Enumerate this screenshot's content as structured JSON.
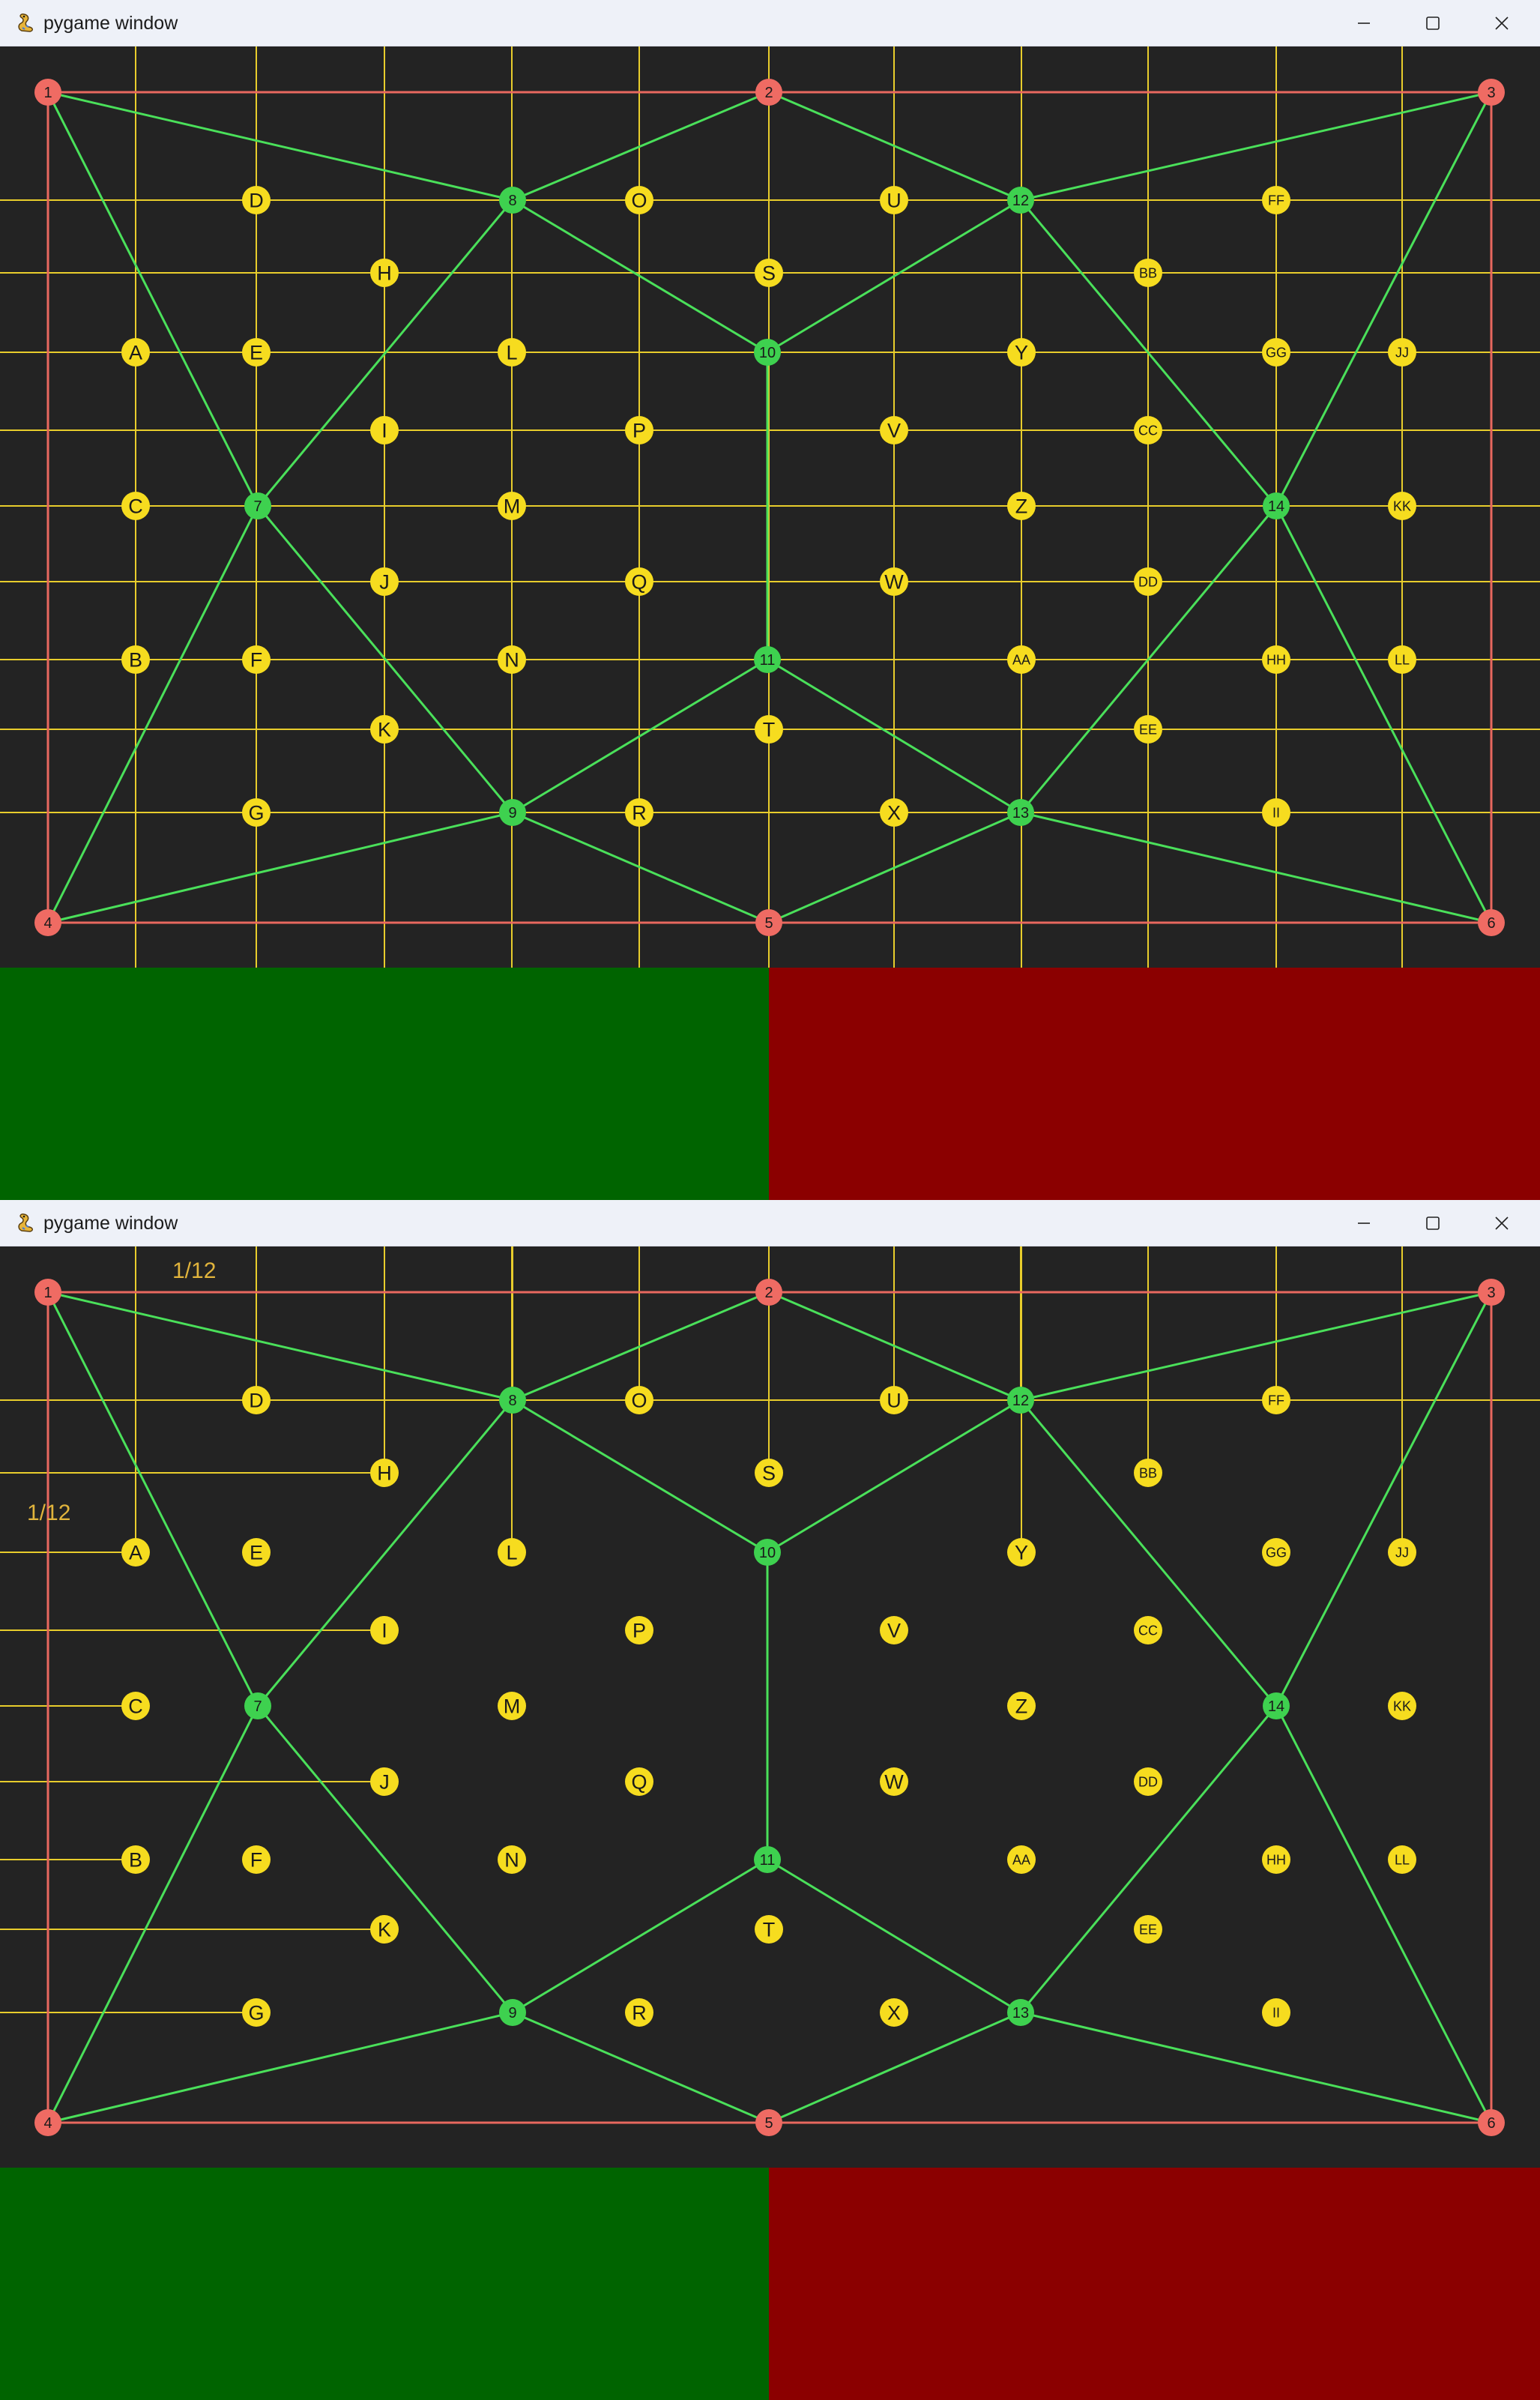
{
  "colors": {
    "background": "#232323",
    "border": "#e8685f",
    "corner_node": "#ef6b63",
    "green_node": "#3ed14f",
    "green_edge": "#4ae05a",
    "yellow_node": "#f6dc1f",
    "yellow_line": "#e8cd2c",
    "label_yellow": "#e1b43c",
    "panel_green": "#006400",
    "panel_red": "#8b0000"
  },
  "windows": [
    {
      "title": "pygame window",
      "icon": "pygame-snake-icon",
      "controls": [
        "minimize-icon",
        "maximize-icon",
        "close-icon"
      ],
      "overlay_labels": [],
      "show_all_grid_lines": true
    },
    {
      "title": "pygame window",
      "icon": "pygame-snake-icon",
      "controls": [
        "minimize-icon",
        "maximize-icon",
        "close-icon"
      ],
      "overlay_labels": [
        "1/12",
        "1/12"
      ],
      "show_all_grid_lines": false
    }
  ],
  "board": {
    "red_nodes": [
      "1",
      "2",
      "3",
      "4",
      "5",
      "6"
    ],
    "green_nodes": [
      "7",
      "8",
      "9",
      "10",
      "11",
      "12",
      "13",
      "14"
    ],
    "green_edges": [
      [
        "1",
        "8"
      ],
      [
        "2",
        "8"
      ],
      [
        "2",
        "12"
      ],
      [
        "3",
        "12"
      ],
      [
        "1",
        "7"
      ],
      [
        "8",
        "7"
      ],
      [
        "8",
        "10"
      ],
      [
        "12",
        "10"
      ],
      [
        "12",
        "14"
      ],
      [
        "3",
        "14"
      ],
      [
        "10",
        "11"
      ],
      [
        "7",
        "4"
      ],
      [
        "7",
        "9"
      ],
      [
        "11",
        "9"
      ],
      [
        "11",
        "13"
      ],
      [
        "14",
        "13"
      ],
      [
        "14",
        "6"
      ],
      [
        "4",
        "9"
      ],
      [
        "9",
        "5"
      ],
      [
        "5",
        "13"
      ],
      [
        "13",
        "6"
      ]
    ],
    "yellow_nodes": [
      "A",
      "B",
      "C",
      "D",
      "E",
      "F",
      "G",
      "H",
      "I",
      "J",
      "K",
      "L",
      "M",
      "N",
      "O",
      "P",
      "Q",
      "R",
      "S",
      "T",
      "U",
      "V",
      "W",
      "X",
      "Y",
      "Z",
      "AA",
      "BB",
      "CC",
      "DD",
      "EE",
      "FF",
      "GG",
      "HH",
      "II",
      "JJ",
      "KK",
      "LL"
    ],
    "second_window_horizontal_lines": [
      "D",
      "H",
      "A",
      "I",
      "C",
      "J",
      "B",
      "K",
      "G"
    ],
    "second_window_vertical_lines": [
      "A",
      "D",
      "H",
      "L",
      "O",
      "S",
      "U",
      "Y",
      "BB",
      "FF",
      "JJ"
    ]
  }
}
